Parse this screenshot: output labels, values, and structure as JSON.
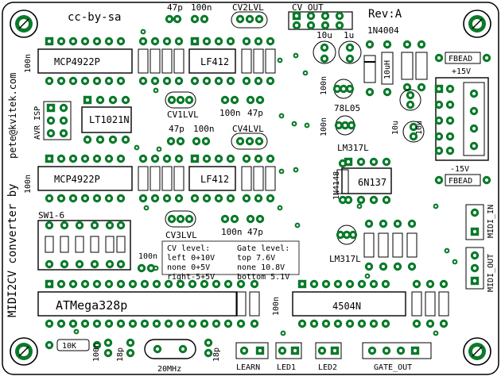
{
  "colors": {
    "silk": "#000000",
    "pad": "#0a7a2a",
    "pad_hole": "#ffffff",
    "board": "#ffffff"
  },
  "labels": {
    "license": "cc-by-sa",
    "revision": "Rev:A",
    "email": "pete@kvitek.com",
    "title_vertical": "MIDI2CV converter by",
    "ic1": "MCP4922P",
    "ic2": "MCP4922P",
    "ic3": "LF412",
    "ic4": "LF412",
    "ic5": "LT1021N",
    "ic6": "6N137",
    "ic7": "ATMega328p",
    "ic8": "4504N",
    "vreg1": "78L05",
    "vreg2": "LM317L",
    "vreg3": "LM317L",
    "avr_isp": "AVR ISP",
    "sw": "SW1-6",
    "cv_out": "CV OUT",
    "cv1": "CV1LVL",
    "cv2": "CV2LVL",
    "cv3": "CV3LVL",
    "cv4": "CV4LVL",
    "cv_level_title": "CV level:",
    "cv_level_1": "left 0+10V",
    "cv_level_2": "none 0+5V",
    "cv_level_3": "right-5+5V",
    "gate_level_title": "Gate level:",
    "gate_level_1": "top 7.6V",
    "gate_level_2": "none 10.8V",
    "gate_level_3": "bottom 5.1V",
    "plus15": "+15V",
    "minus15": "-15V",
    "fbead": "FBEAD",
    "fbead2": "FBEAD",
    "diode1": "1N4004",
    "diode2": "1N4148",
    "crystal": "20MHz",
    "ind": "10uH",
    "r10k": "10K",
    "learn": "LEARN",
    "led1": "LED1",
    "led2": "LED2",
    "gate_out": "GATE_OUT",
    "midi_in": "MIDI_IN",
    "midi_out": "MIDI_OUT",
    "cap_10u": "10u",
    "cap_1u": "1u",
    "cap_47p": "47p",
    "cap_100n": "100n",
    "cap_18p": "18p"
  }
}
